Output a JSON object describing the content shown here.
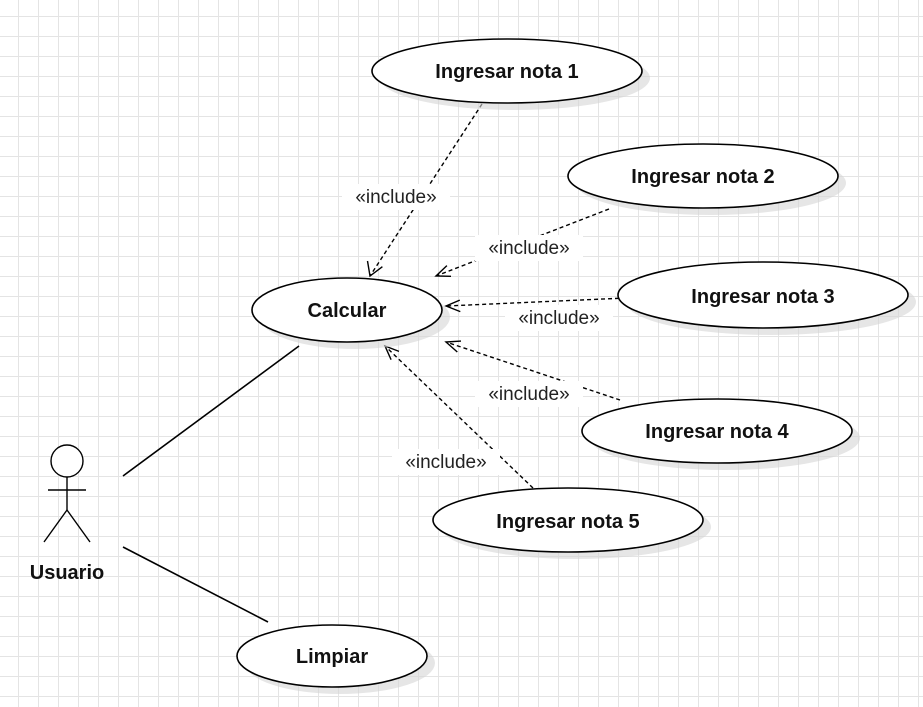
{
  "actor": {
    "name": "Usuario"
  },
  "use_cases": {
    "calcular": "Calcular",
    "limpiar": "Limpiar",
    "nota1": "Ingresar nota 1",
    "nota2": "Ingresar nota 2",
    "nota3": "Ingresar nota 3",
    "nota4": "Ingresar nota 4",
    "nota5": "Ingresar nota 5"
  },
  "relations": {
    "include_label": "«include»"
  }
}
